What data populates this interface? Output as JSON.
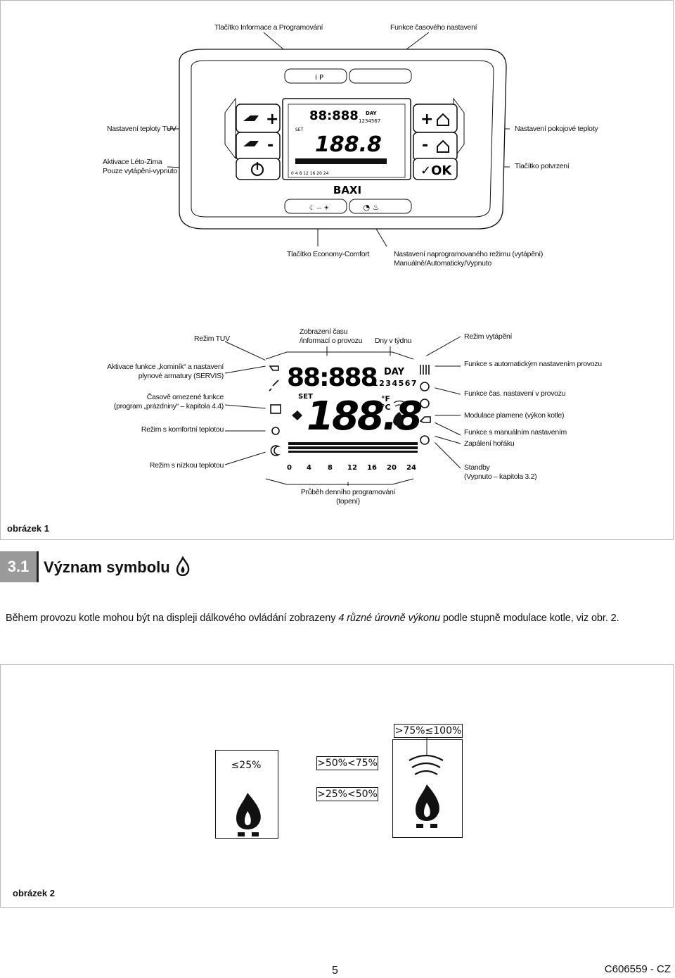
{
  "figure1": {
    "labels": {
      "info_button": "Tlačítko Informace a Programování",
      "time_setting": "Funkce časového nastavení",
      "dhw_temp": "Nastavení teploty TUV",
      "room_temp": "Nastavení pokojové teploty",
      "summer_winter_1": "Aktivace Léto-Zima",
      "summer_winter_2": "Pouze vytápění-vypnuto",
      "confirm": "Tlačítko potvrzení",
      "economy_comfort": "Tlačítko Economy-Comfort",
      "mode_1": "Nastavení naprogramovaného režimu (vytápění)",
      "mode_2": "Manuálně/Automaticky/Vypnuto",
      "dhw_mode": "Režim TUV",
      "time_display_1": "Zobrazení času",
      "time_display_2": "/informací o provozu",
      "days": "Dny v týdnu",
      "heating_mode": "Režim vytápění",
      "chimney_1": "Aktivace funkce „kominík“ a nastavení",
      "chimney_2": "plynové armatury (SERVIS)",
      "timed_1": "Časově omezené funkce",
      "timed_2": "(program „prázdniny“ – kapitola 4.4)",
      "comfort": "Režim s komfortní teplotou",
      "reduced": "Režim s nízkou teplotou",
      "auto_func": "Funkce s automatickým nastavením provozu",
      "timer_func": "Funkce čas. nastavení v provozu",
      "flame_mod": "Modulace plamene (výkon kotle)",
      "manual_func": "Funkce s manuálním nastavením",
      "burner_on": "Zapálení hořáku",
      "standby_1": "Standby",
      "standby_2": "(Vypnuto – kapitola 3.2)",
      "daily_prog_1": "Průběh denního programování",
      "daily_prog_2": "(topení)"
    },
    "device": {
      "brand": "BAXI",
      "lcd_digits": "188.8",
      "lcd_day": "DAY",
      "lcd_days_row": "1234567",
      "lcd_set": "SET",
      "lcd_unit_f": "°F",
      "lcd_unit_c": "°C",
      "ok": "✓OK",
      "plus": "+",
      "minus": "-",
      "hours": [
        "0",
        "4",
        "8",
        "12",
        "16",
        "20",
        "24"
      ]
    },
    "caption": "obrázek 1"
  },
  "section": {
    "number": "3.1",
    "title": "Význam symbolu"
  },
  "paragraph": {
    "before": "Během provozu kotle mohou být na displeji dálkového ovládání zobrazeny ",
    "emphasis": "4 různé úrovně výkonu",
    "after": " podle stupně modulace kotle, viz obr. 2."
  },
  "figure2": {
    "level1": "≤25%",
    "level2": ">25%<50%",
    "level3": ">50%<75%",
    "level4": ">75%≤100%",
    "caption": "obrázek 2"
  },
  "footer": {
    "page": "5",
    "code": "C606559 - CZ"
  }
}
